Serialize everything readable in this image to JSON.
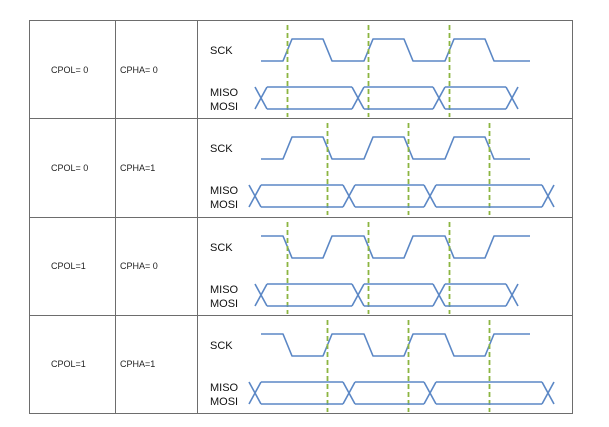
{
  "colors": {
    "grid": "#6d6d6d",
    "waveform": "#5b87c5",
    "sample_marker": "#8cb541",
    "text": "#111111"
  },
  "rows": [
    {
      "cpol": "CPOL= 0",
      "cpha": "CPHA= 0",
      "clk_label": "SCK",
      "data_label_1": "MISO",
      "data_label_2": "MOSI",
      "idle_level": "low",
      "sample_edge": "first"
    },
    {
      "cpol": "CPOL= 0",
      "cpha": "CPHA=1",
      "clk_label": "SCK",
      "data_label_1": "MISO",
      "data_label_2": "MOSI",
      "idle_level": "low",
      "sample_edge": "second"
    },
    {
      "cpol": "CPOL=1",
      "cpha": "CPHA= 0",
      "clk_label": "SCK",
      "data_label_1": "MISO",
      "data_label_2": "MOSI",
      "idle_level": "high",
      "sample_edge": "first"
    },
    {
      "cpol": "CPOL=1",
      "cpha": "CPHA=1",
      "clk_label": "SCK",
      "data_label_1": "MISO",
      "data_label_2": "MOSI",
      "idle_level": "high",
      "sample_edge": "second"
    }
  ]
}
